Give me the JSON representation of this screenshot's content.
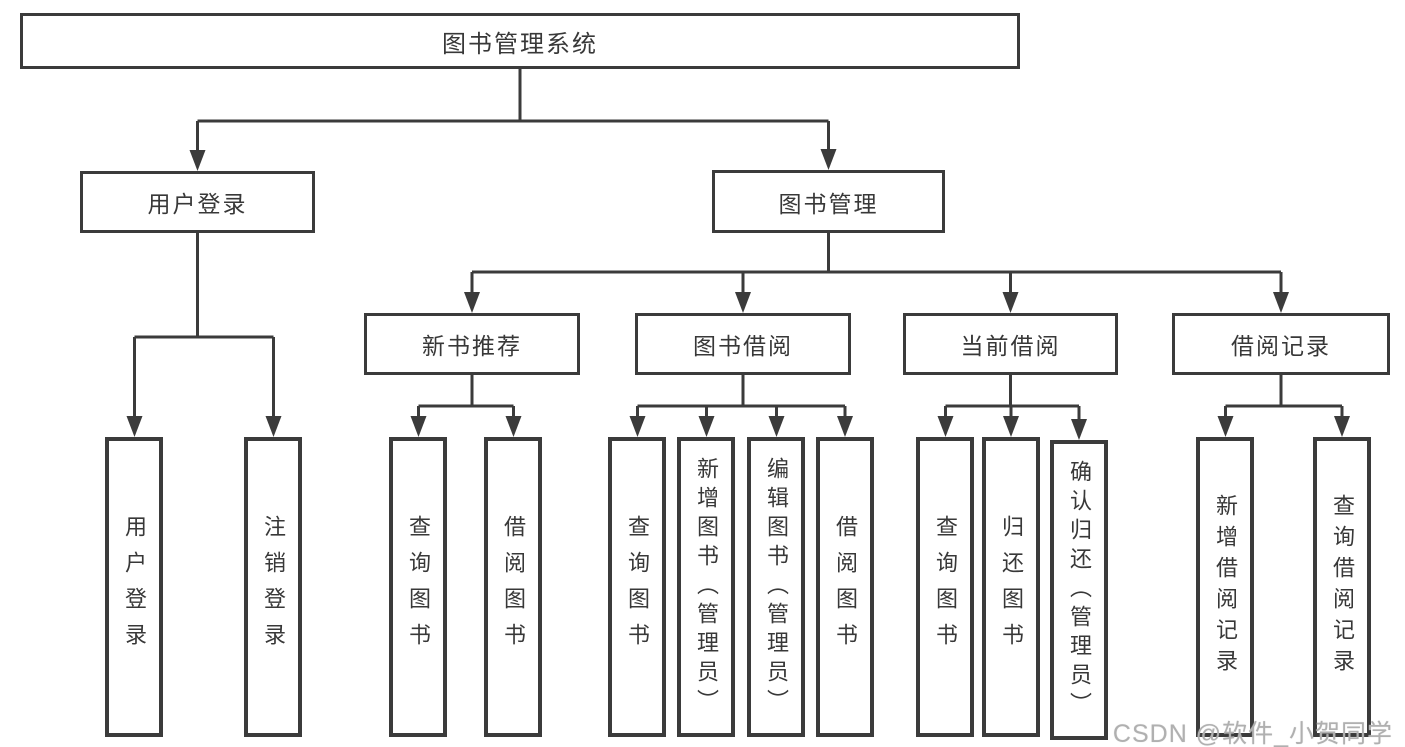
{
  "diagram": {
    "root": {
      "label": "图书管理系统"
    },
    "level2": [
      {
        "label": "用户登录"
      },
      {
        "label": "图书管理"
      }
    ],
    "level3": [
      {
        "label": "新书推荐"
      },
      {
        "label": "图书借阅"
      },
      {
        "label": "当前借阅"
      },
      {
        "label": "借阅记录"
      }
    ],
    "leaves": {
      "user": [
        "用户登录",
        "注销登录"
      ],
      "newbook": [
        "查询图书",
        "借阅图书"
      ],
      "borrow": [
        "查询图书",
        "新增图书（管理员）",
        "编辑图书（管理员）",
        "借阅图书"
      ],
      "current": [
        "查询图书",
        "归还图书",
        "确认归还（管理员）"
      ],
      "record": [
        "新增借阅记录",
        "查询借阅记录"
      ]
    }
  },
  "watermark": "CSDN @软件_小贺同学",
  "colors": {
    "line": "#3b3b3b",
    "text": "#383838",
    "watermark": "#b0b0b0",
    "background": "#ffffff"
  }
}
